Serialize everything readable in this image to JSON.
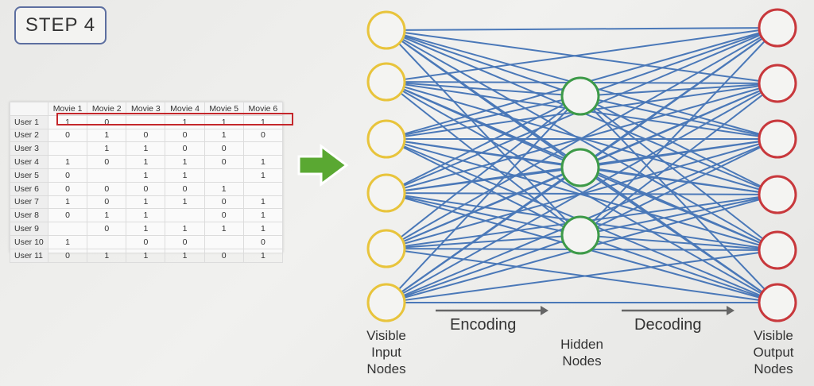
{
  "step_label": "STEP 4",
  "table": {
    "columns": [
      "",
      "Movie 1",
      "Movie 2",
      "Movie 3",
      "Movie 4",
      "Movie 5",
      "Movie 6"
    ],
    "rows": [
      [
        "User 1",
        "1",
        "0",
        "",
        "1",
        "1",
        "1"
      ],
      [
        "User 2",
        "0",
        "1",
        "0",
        "0",
        "1",
        "0"
      ],
      [
        "User 3",
        "",
        "1",
        "1",
        "0",
        "0",
        ""
      ],
      [
        "User 4",
        "1",
        "0",
        "1",
        "1",
        "0",
        "1"
      ],
      [
        "User 5",
        "0",
        "",
        "1",
        "1",
        "",
        "1"
      ],
      [
        "User 6",
        "0",
        "0",
        "0",
        "0",
        "1",
        ""
      ],
      [
        "User 7",
        "1",
        "0",
        "1",
        "1",
        "0",
        "1"
      ],
      [
        "User 8",
        "0",
        "1",
        "1",
        "",
        "0",
        "1"
      ],
      [
        "User 9",
        "",
        "0",
        "1",
        "1",
        "1",
        "1"
      ],
      [
        "User 10",
        "1",
        "",
        "0",
        "0",
        "",
        "0"
      ],
      [
        "User 11",
        "0",
        "1",
        "1",
        "1",
        "0",
        "1"
      ]
    ]
  },
  "labels": {
    "visible_input": [
      "Visible",
      "Input",
      "Nodes"
    ],
    "hidden": [
      "Hidden",
      "Nodes"
    ],
    "visible_output": [
      "Visible",
      "Output",
      "Nodes"
    ],
    "encoding": "Encoding",
    "decoding": "Decoding"
  },
  "colors": {
    "input_node": "#e8c43c",
    "hidden_node": "#3d9a48",
    "output_node": "#c8383c",
    "edge": "#4a78b8",
    "flow_arrow": "#666666",
    "green_arrow": "#5aa832",
    "highlight": "#c4272b"
  }
}
